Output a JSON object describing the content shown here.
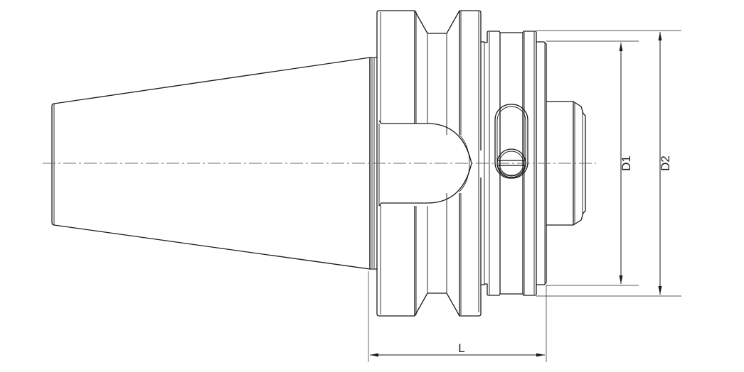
{
  "drawing": {
    "subject": "Tool holder side view (taper shank with flange and collet nose)",
    "line_color": "#1a1a1a",
    "centerline_color": "#6b6b6b",
    "background": "#ffffff"
  },
  "dimensions": {
    "length": {
      "label": "L"
    },
    "diameter_inner": {
      "label": "D1"
    },
    "diameter_outer": {
      "label": "D2"
    }
  }
}
